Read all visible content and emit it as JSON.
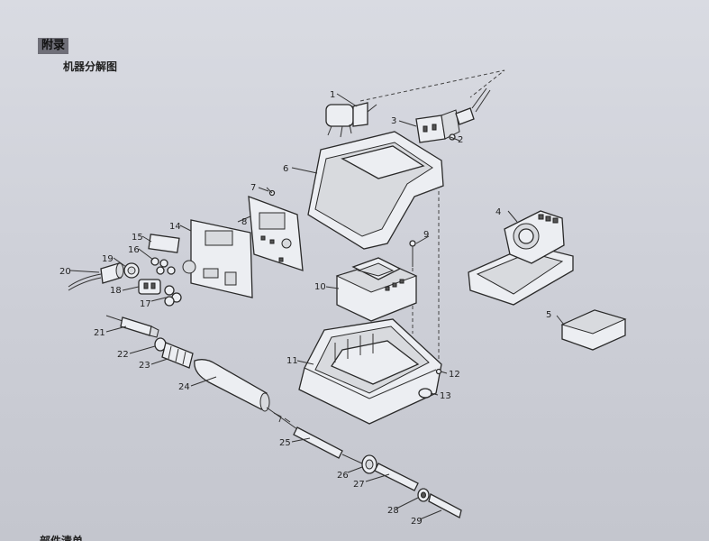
{
  "header": {
    "tag": "附录",
    "subtitle": "机器分解图",
    "bottom_cut": "部件清单"
  },
  "diagram": {
    "part_labels": [
      "1",
      "2",
      "3",
      "4",
      "5",
      "6",
      "7",
      "8",
      "9",
      "10",
      "11",
      "12",
      "13",
      "14",
      "15",
      "16",
      "17",
      "18",
      "19",
      "20",
      "21",
      "22",
      "23",
      "24",
      "25",
      "26",
      "27",
      "28",
      "29"
    ]
  }
}
